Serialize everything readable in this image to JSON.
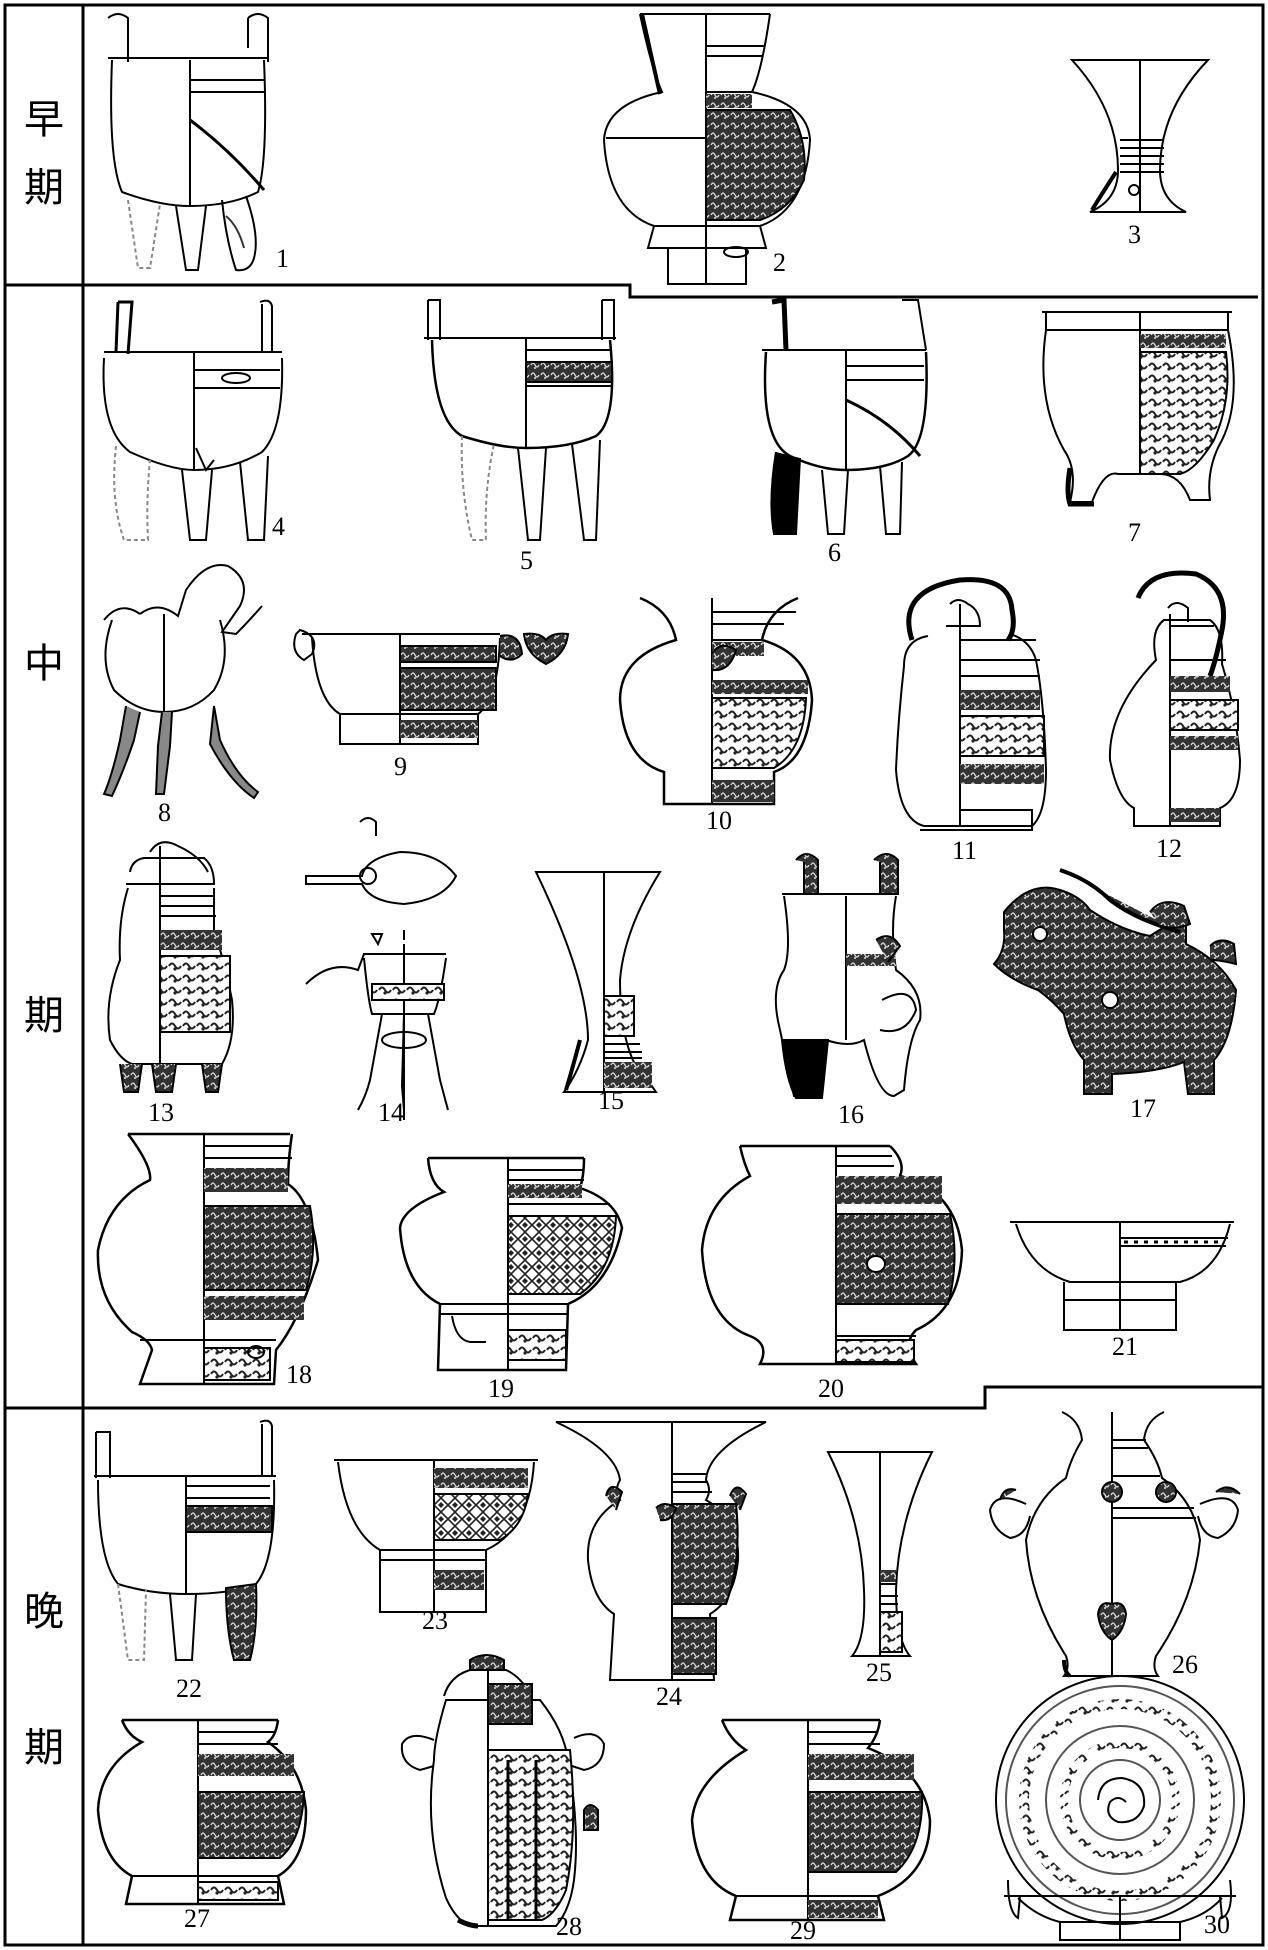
{
  "periods": {
    "early": {
      "line1": "早",
      "line2": "期"
    },
    "middle": {
      "line1": "中",
      "line2": "期"
    },
    "late": {
      "line1": "晚",
      "line2": "期"
    }
  },
  "figures": {
    "f1": {
      "label": "1",
      "vessel": "ding-tripod"
    },
    "f2": {
      "label": "2",
      "vessel": "zun-jar"
    },
    "f3": {
      "label": "3",
      "vessel": "gu-beaker"
    },
    "f4": {
      "label": "4",
      "vessel": "ding-tripod"
    },
    "f5": {
      "label": "5",
      "vessel": "ding-tripod"
    },
    "f6": {
      "label": "6",
      "vessel": "ding-tripod"
    },
    "f7": {
      "label": "7",
      "vessel": "li-tripod"
    },
    "f8": {
      "label": "8",
      "vessel": "jue-tripod"
    },
    "f9": {
      "label": "9",
      "vessel": "gui-basin"
    },
    "f10": {
      "label": "10",
      "vessel": "lei-jar"
    },
    "f11": {
      "label": "11",
      "vessel": "you-bucket"
    },
    "f12": {
      "label": "12",
      "vessel": "you-bucket"
    },
    "f13": {
      "label": "13",
      "vessel": "lidded-jar"
    },
    "f14": {
      "label": "14",
      "vessel": "jue-cup"
    },
    "f15": {
      "label": "15",
      "vessel": "gu-beaker"
    },
    "f16": {
      "label": "16",
      "vessel": "jia-vessel"
    },
    "f17": {
      "label": "17",
      "vessel": "animal-zun"
    },
    "f18": {
      "label": "18",
      "vessel": "zun-jar"
    },
    "f19": {
      "label": "19",
      "vessel": "zun-jar"
    },
    "f20": {
      "label": "20",
      "vessel": "bu-jar"
    },
    "f21": {
      "label": "21",
      "vessel": "pan-basin"
    },
    "f22": {
      "label": "22",
      "vessel": "ding-tripod"
    },
    "f23": {
      "label": "23",
      "vessel": "gui-basin"
    },
    "f24": {
      "label": "24",
      "vessel": "zun-vessel"
    },
    "f25": {
      "label": "25",
      "vessel": "gu-beaker"
    },
    "f26": {
      "label": "26",
      "vessel": "lei-jar"
    },
    "f27": {
      "label": "27",
      "vessel": "zun-jar"
    },
    "f28": {
      "label": "28",
      "vessel": "lidded-jar"
    },
    "f29": {
      "label": "29",
      "vessel": "lei-jar"
    },
    "f30": {
      "label": "30",
      "vessel": "pan-basin"
    }
  },
  "colors": {
    "ink": "#000000",
    "paper": "#ffffff",
    "motif": "#3a3a3a"
  }
}
